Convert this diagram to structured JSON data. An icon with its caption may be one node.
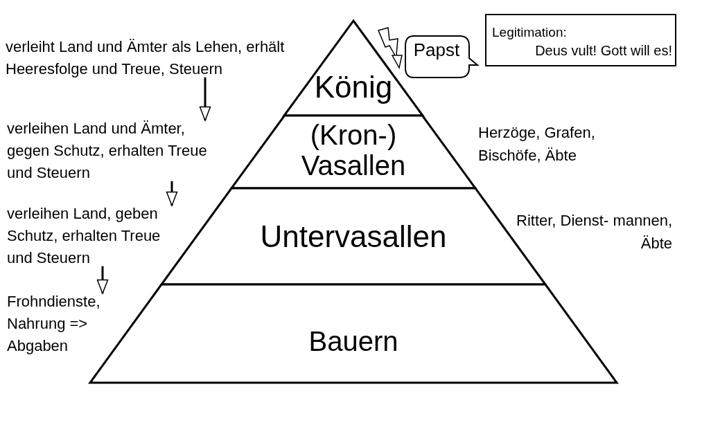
{
  "diagram": {
    "nodes": [
      {
        "text": [
          "König"
        ]
      },
      {
        "text": [
          "(Kron-) Vasallen"
        ],
        "beside": [
          "Herzöge, Grafen, Bischöfe, Äbte"
        ]
      },
      {
        "text": [
          "Untervasallen"
        ],
        "beside": [
          "Ritter, Dienst- mannen, Äbte"
        ]
      },
      {
        "text": [
          "Bauern"
        ]
      },
      {
        "text": [
          "Papst"
        ]
      },
      {
        "text": [
          "Legitimation:",
          "Deus vult! Gott will es!"
        ]
      },
      {
        "text": [
          "verleiht Land und Ämter als Lehen, erhält Heeresfolge und Treue, Steuern"
        ]
      },
      {
        "text": [
          "verleihen Land und Ämter, gegen Schutz, erhalten Treue und Steuern"
        ]
      },
      {
        "text": [
          "verleihen Land, geben Schutz, erhalten Treue und Steuern"
        ]
      },
      {
        "text": [
          "Frohndienste, Nahrung => Abgaben"
        ]
      }
    ],
    "edges": [
      {
        "from": 6,
        "to": 7,
        "arrow": "to"
      },
      {
        "from": 7,
        "to": 8,
        "arrow": "to"
      },
      {
        "from": 8,
        "to": 9,
        "arrow": "to"
      }
    ]
  }
}
